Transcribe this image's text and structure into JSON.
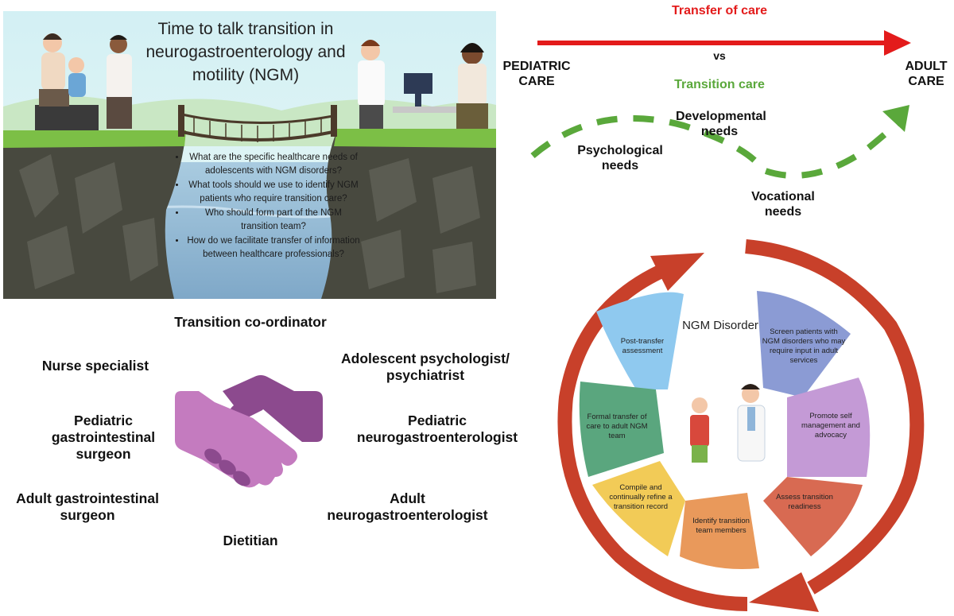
{
  "panel": {
    "title": "Time to talk transition in neurogastroenterology and motility (NGM)",
    "questions": [
      "What are the specific healthcare needs of adolescents with NGM disorders?",
      "What tools should we use to identify NGM patients who require transition care?",
      "Who should form part of the NGM transition team?",
      "How do we facilitate transfer of information between healthcare professionals?"
    ]
  },
  "team": {
    "coordinator": "Transition co-ordinator",
    "nurse": "Nurse specialist",
    "psych": "Adolescent psychologist/ psychiatrist",
    "ped_surgeon": "Pediatric gastrointestinal surgeon",
    "ped_neuro": "Pediatric neurogastroenterologist",
    "adult_surgeon": "Adult gastrointestinal surgeon",
    "adult_neuro": "Adult neurogastroenterologist",
    "dietitian": "Dietitian"
  },
  "transfer": {
    "title": "Transfer of care",
    "vs": "vs",
    "transition_care": "Transition care",
    "pediatric": "PEDIATRIC CARE",
    "adult": "ADULT CARE",
    "psychological": "Psychological needs",
    "developmental": "Developmental needs",
    "vocational": "Vocational needs"
  },
  "cycle": {
    "center": "NGM Disorder",
    "steps": {
      "screen": "Screen patients with NGM disorders who may require input in adult services",
      "promote": "Promote self management and advocacy",
      "assess": "Assess transition readiness",
      "identify": "Identify transition team members",
      "compile": "Compile and continually refine a transition record",
      "formal": "Formal transfer of care to adult NGM team",
      "post": "Post-transfer assessment"
    }
  },
  "colors": {
    "transfer_red": "#e31b1b",
    "transition_green": "#5aa83b",
    "cycle_arrow": "#c8402a",
    "handshake": "#b76ab3"
  }
}
